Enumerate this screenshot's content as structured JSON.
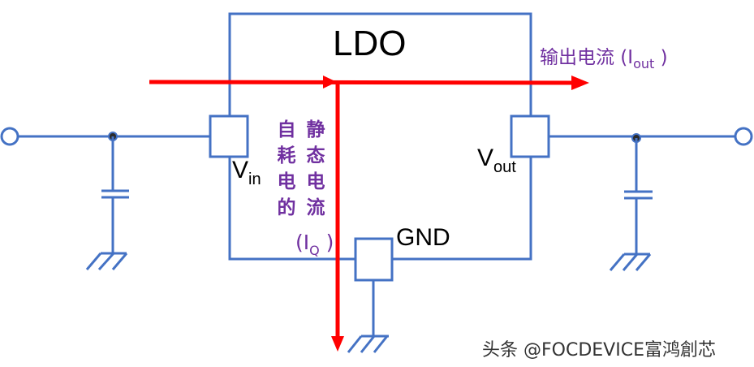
{
  "diagram": {
    "title": "LDO",
    "pins": {
      "vin": {
        "main": "V",
        "sub": "in"
      },
      "vout": {
        "main": "V",
        "sub": "out"
      },
      "gnd": {
        "label": "GND"
      }
    },
    "output_current": {
      "text": "输出电流 (I",
      "sub": "out",
      "close": " )"
    },
    "quiescent_current": {
      "col1": [
        "自",
        "耗",
        "电",
        "的"
      ],
      "col2": [
        "静",
        "态",
        "电",
        "流"
      ],
      "paren_open": "(I",
      "sub": "Q",
      "paren_close": " )"
    },
    "watermark": "头条 @FOCDEVICE富鸿創芯",
    "colors": {
      "wire": "#4472C4",
      "current_arrow": "#FF0000",
      "annotation": "#7030A0"
    }
  }
}
